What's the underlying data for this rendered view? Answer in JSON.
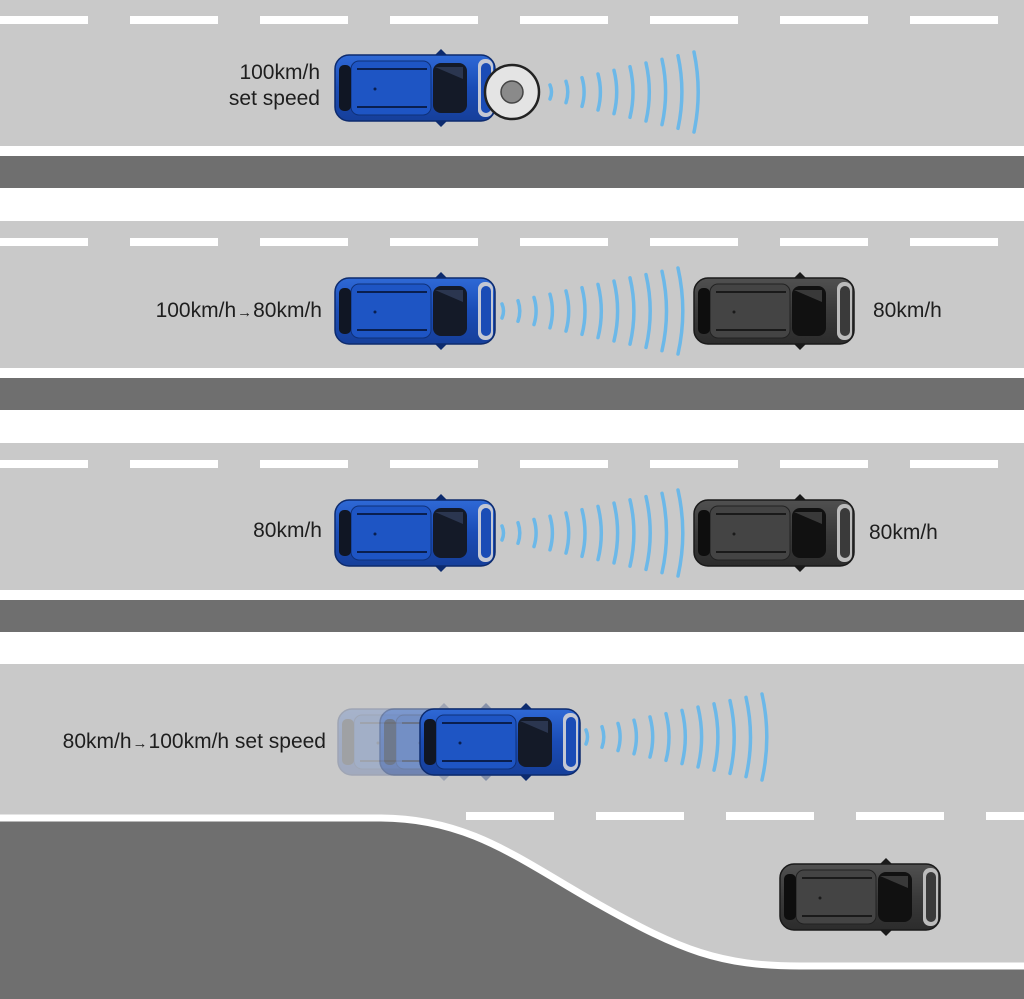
{
  "panels": [
    {
      "id": "set-speed",
      "own_speed_line1": "100km/h",
      "own_speed_line2": "set speed"
    },
    {
      "id": "slow-down",
      "own_speed_from": "100km/h",
      "arrow": "→",
      "own_speed_to": "80km/h",
      "lead_speed": "80km/h"
    },
    {
      "id": "follow",
      "own_speed": "80km/h",
      "lead_speed": "80km/h"
    },
    {
      "id": "resume",
      "own_speed_from": "80km/h",
      "arrow": "→",
      "own_speed_to": "100km/h set speed"
    }
  ],
  "colors": {
    "road": "#c9c9c9",
    "shoulder": "#6f6f6f",
    "lane_marking": "#ffffff",
    "radar_wave": "#6cb8e8",
    "own_car": "#1c4fb8",
    "lead_car": "#3a3a3a"
  },
  "icons": {
    "radar": "radar-sensor-icon",
    "arrow": "right-arrow"
  }
}
